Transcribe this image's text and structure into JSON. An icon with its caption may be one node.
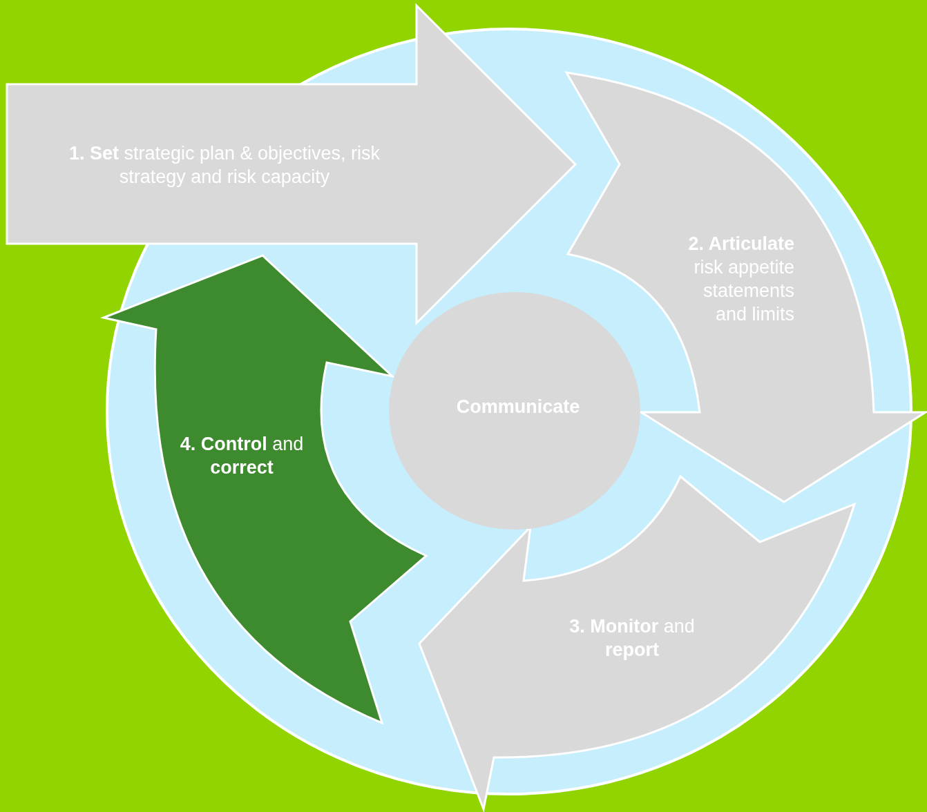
{
  "diagram": {
    "nodes": [
      {
        "text": [
          "**1. Set** strategic plan & objectives, risk strategy and risk capacity"
        ]
      },
      {
        "text": [
          "**2. Articulate** risk appetite statements and limits"
        ]
      },
      {
        "text": [
          "**3. Monitor** and **report**"
        ]
      },
      {
        "text": [
          "**4. Control** and **correct**"
        ]
      },
      {
        "text": [
          "Communicate"
        ]
      }
    ]
  }
}
